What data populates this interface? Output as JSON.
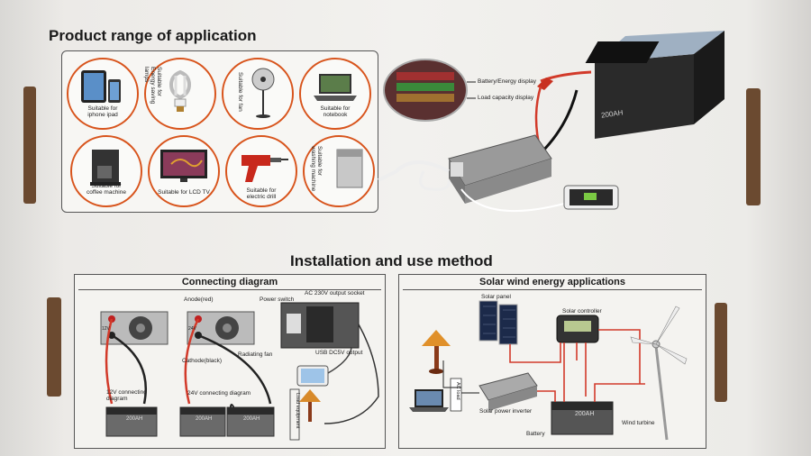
{
  "headings": {
    "product_range": "Product range of application",
    "install": "Installation and use method"
  },
  "applications": [
    {
      "label": "Suitable for\niphone ipad",
      "icon": "tablet-phone-icon"
    },
    {
      "label": "Suitable for\nEnergy saving lamps",
      "icon": "cfl-bulb-icon"
    },
    {
      "label": "Suitable for fan",
      "icon": "standing-fan-icon"
    },
    {
      "label": "Suitable for\nnotebook",
      "icon": "laptop-icon"
    },
    {
      "label": "Suitable for\ncoffee machine",
      "icon": "coffee-machine-icon"
    },
    {
      "label": "Suitable for LCD TV",
      "icon": "lcd-tv-icon"
    },
    {
      "label": "Suitable for\nelectric drill",
      "icon": "electric-drill-icon"
    },
    {
      "label": "Suitable for\nwashing machine",
      "icon": "washing-machine-icon"
    }
  ],
  "display_labels": {
    "battery": "Battery/Energy display",
    "load": "Load capacity display",
    "battery_label": "200AH"
  },
  "connecting": {
    "title": "Connecting diagram",
    "anode": "Anode(red)",
    "power_switch": "Power switch",
    "ac_socket": "AC 230V output socket",
    "v12": "12V",
    "v24": "24V",
    "cathode": "Cathode(black)",
    "fan": "Radiating fan",
    "usb": "USB DC5V output",
    "d12": "12V connecting\ndiagram",
    "d24": "24V connecting diagram",
    "load_equipment": "Load equipment",
    "battery_label": "200AH"
  },
  "solar": {
    "title": "Solar wind energy applications",
    "panel": "Solar panel",
    "controller": "Solar controller",
    "ac_load": "AC load",
    "inverter": "Solar power inverter",
    "battery": "Battery",
    "battery_label": "200AH",
    "turbine": "Wind turbine"
  },
  "colors": {
    "accent_orange": "#d8541c",
    "cardboard_flap": "#6b4a30",
    "wire_red": "#d23a2a"
  }
}
